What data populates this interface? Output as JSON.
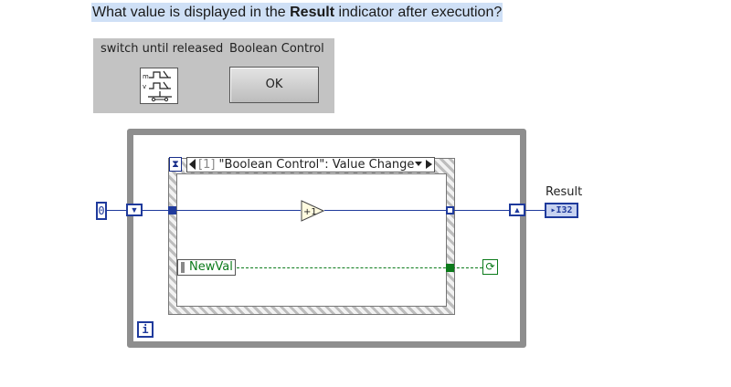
{
  "question": {
    "before": "What value is displayed in the ",
    "bold": "Result",
    "after": " indicator after execution?"
  },
  "front_panel": {
    "switch_label": "switch until released",
    "boolean_label": "Boolean Control",
    "button_text": "OK",
    "switch_icon": "switch-until-released-icon"
  },
  "block_diagram": {
    "constant_value": "0",
    "event_case_index": "[1]",
    "event_case_text": " \"Boolean Control\": Value Change",
    "increment_label": "+1",
    "event_data_node": "NewVal",
    "iteration_terminal": "i",
    "stop_terminal_icon": "stop-if-true-icon",
    "result_label": "Result",
    "result_type": "I32",
    "wire_color_numeric": "#1f3a9c",
    "wire_color_boolean": "#0b7a1a"
  }
}
